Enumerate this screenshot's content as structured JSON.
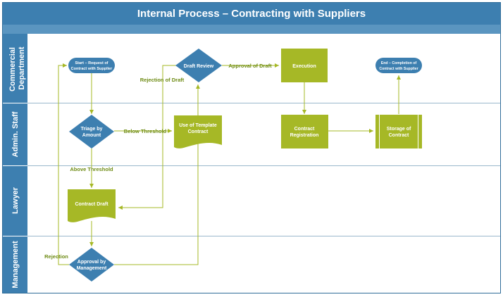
{
  "title": "Internal Process – Contracting with Suppliers",
  "colors": {
    "header": "#3d7fb0",
    "lane": "#3d7fb0",
    "process": "#a6b826",
    "decision": "#3d7fb0",
    "connector": "#a6b826",
    "edge_label": "#6e8b14",
    "divider": "#9ab8cc"
  },
  "lanes": [
    {
      "label": "Commercial Department"
    },
    {
      "label": "Admin. Staff"
    },
    {
      "label": "Lawyer"
    },
    {
      "label": "Management"
    }
  ],
  "nodes": {
    "start": {
      "lines": [
        "Start – Request of",
        "Contract with Supplier"
      ],
      "shape": "terminator"
    },
    "triage": {
      "lines": [
        "Triage by",
        "Amount"
      ],
      "shape": "decision"
    },
    "contract_draft": {
      "lines": [
        "Contract Draft"
      ],
      "shape": "document"
    },
    "approval_mgmt": {
      "lines": [
        "Approval by",
        "Management"
      ],
      "shape": "decision"
    },
    "template": {
      "lines": [
        "Use of Template",
        "Contract"
      ],
      "shape": "document"
    },
    "draft_review": {
      "lines": [
        "Draft Review"
      ],
      "shape": "decision"
    },
    "execution": {
      "lines": [
        "Execution"
      ],
      "shape": "process"
    },
    "registration": {
      "lines": [
        "Contract",
        "Registration"
      ],
      "shape": "process"
    },
    "storage": {
      "lines": [
        "Storage of",
        "Contract"
      ],
      "shape": "storage"
    },
    "end": {
      "lines": [
        "End – Completion of",
        "Contract with Supplier"
      ],
      "shape": "terminator"
    }
  },
  "edge_labels": {
    "below_threshold": "Below Threshold",
    "above_threshold": "Above Threshold",
    "rejection": "Rejection",
    "rejection_of_draft": "Rejection of Draft",
    "approval_of_draft": "Approval of Draft"
  }
}
